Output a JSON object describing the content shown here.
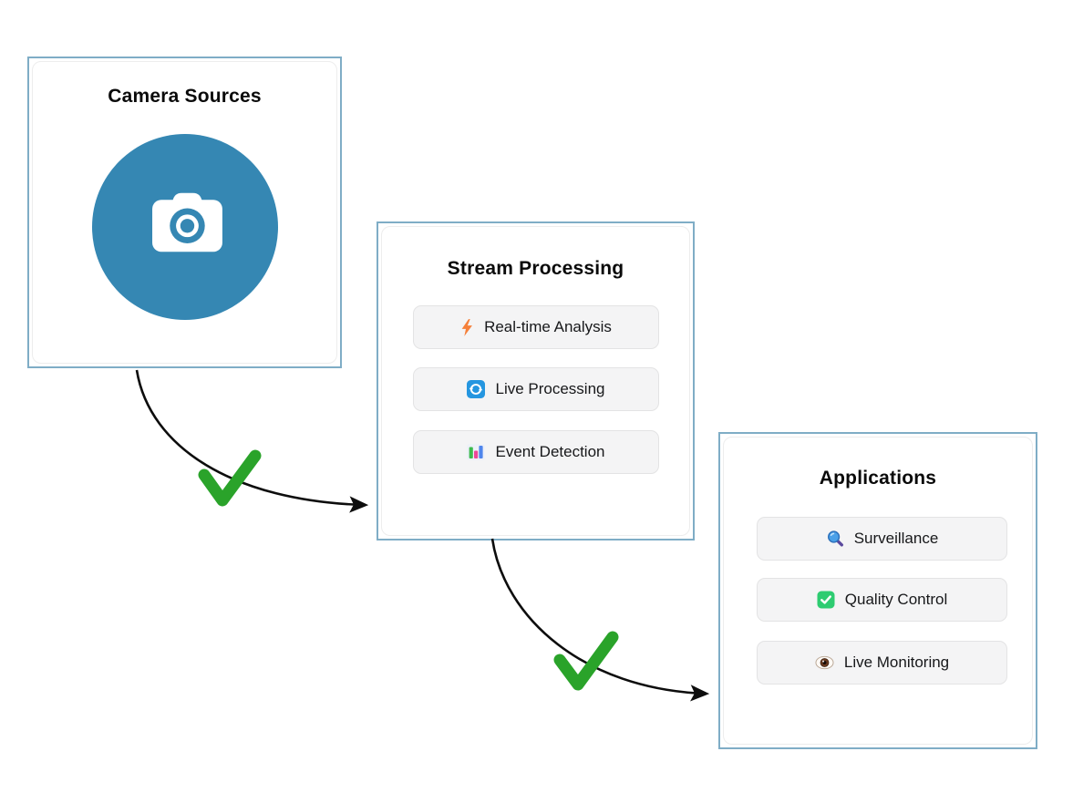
{
  "diagram": {
    "nodes": [
      {
        "id": "camera-sources",
        "title": "Camera Sources",
        "icon": "camera-icon"
      },
      {
        "id": "stream-processing",
        "title": "Stream Processing",
        "items": [
          {
            "icon": "lightning-icon",
            "label": "Real-time Analysis"
          },
          {
            "icon": "refresh-icon",
            "label": "Live Processing"
          },
          {
            "icon": "bar-chart-icon",
            "label": "Event Detection"
          }
        ]
      },
      {
        "id": "applications",
        "title": "Applications",
        "items": [
          {
            "icon": "magnifier-icon",
            "label": "Surveillance"
          },
          {
            "icon": "checkbox-icon",
            "label": "Quality Control"
          },
          {
            "icon": "eye-icon",
            "label": "Live Monitoring"
          }
        ]
      }
    ],
    "connections": [
      {
        "from": "camera-sources",
        "to": "stream-processing",
        "style": "curved-arrow",
        "status_icon": "green-checkmark"
      },
      {
        "from": "stream-processing",
        "to": "applications",
        "style": "curved-arrow",
        "status_icon": "green-checkmark"
      }
    ]
  },
  "colors": {
    "node_border_blue": "#7fadc6",
    "camera_badge_blue": "#3587b3",
    "button_background": "#f4f4f5",
    "arrow_black": "#0d0d0d",
    "checkmark_green": "#2aa32a",
    "lightning_orange": "#f5803a",
    "refresh_blue": "#2596e0",
    "bar_green": "#3dbb4e",
    "bar_pink": "#ec4899",
    "bar_blue": "#4f86ec",
    "magnifier_blue": "#4aa0e8",
    "magnifier_handle_purple": "#5b4a9e",
    "checkbox_green": "#2ecc71",
    "eye_iris_brown": "#6a3a20"
  }
}
